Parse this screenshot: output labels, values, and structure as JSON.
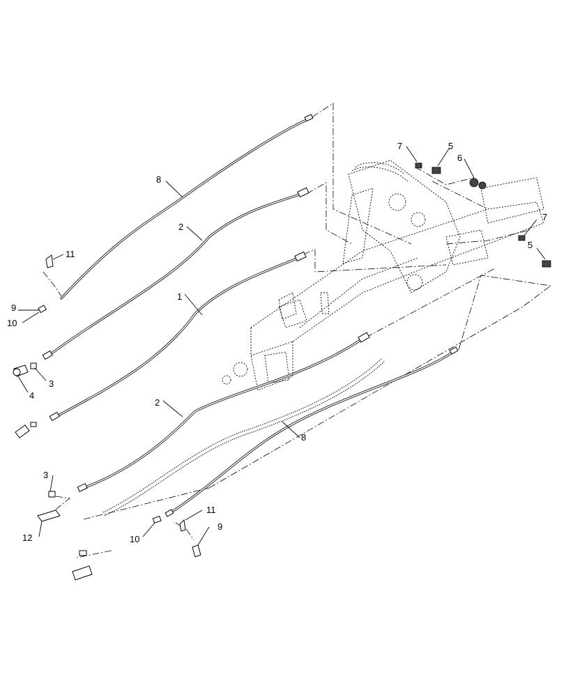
{
  "callouts": {
    "c1": "1",
    "c2a": "2",
    "c2b": "2",
    "c3a": "3",
    "c3b": "3",
    "c4": "4",
    "c5a": "5",
    "c5b": "5",
    "c6": "6",
    "c7a": "7",
    "c7b": "7",
    "c8a": "8",
    "c8b": "8",
    "c9a": "9",
    "c9b": "9",
    "c10a": "10",
    "c10b": "10",
    "c11a": "11",
    "c11b": "11",
    "c12": "12"
  }
}
